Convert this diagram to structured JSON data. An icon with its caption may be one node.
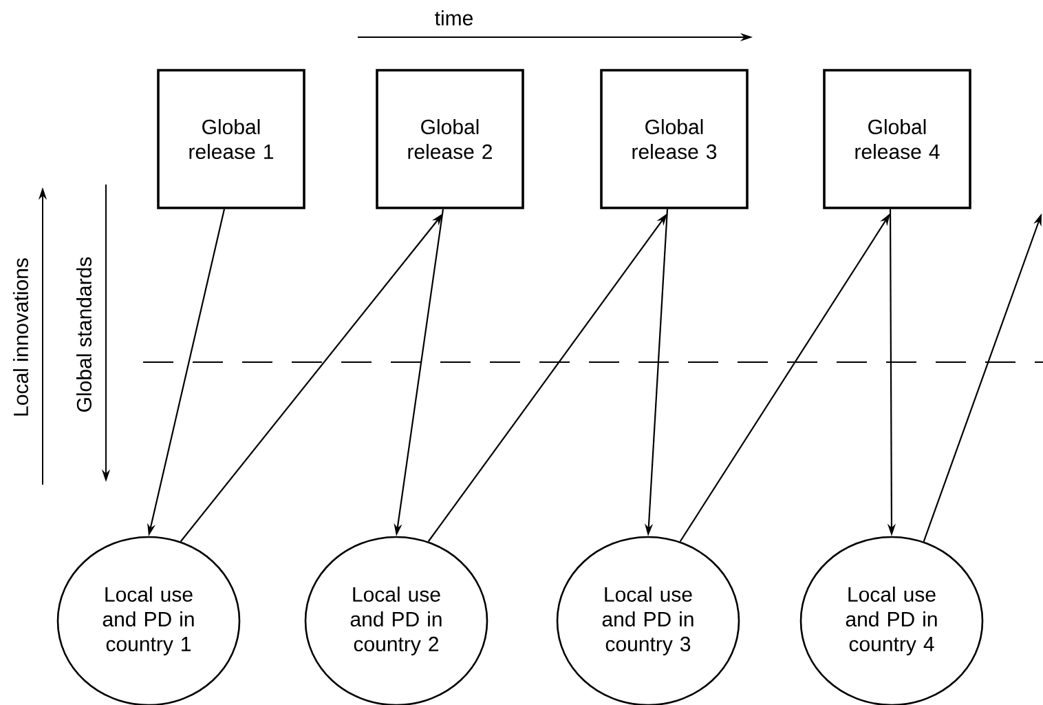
{
  "diagram": {
    "nodes": [
      {
        "text": [
          "Global release 1"
        ]
      },
      {
        "text": [
          "Global release 2"
        ]
      },
      {
        "text": [
          "Global release 3"
        ]
      },
      {
        "text": [
          "Global release 4"
        ]
      },
      {
        "text": [
          "Local use and PD in country 1"
        ]
      },
      {
        "text": [
          "Local use and PD in country 2"
        ]
      },
      {
        "text": [
          "Local use and PD in country 3"
        ]
      },
      {
        "text": [
          "Local use and PD in country 4"
        ]
      }
    ],
    "edges": [
      {
        "from": 0,
        "to": 4,
        "arrow": "to"
      },
      {
        "from": 4,
        "to": 1,
        "arrow": "to"
      },
      {
        "from": 1,
        "to": 5,
        "arrow": "to"
      },
      {
        "from": 5,
        "to": 2,
        "arrow": "to"
      },
      {
        "from": 2,
        "to": 6,
        "arrow": "to"
      },
      {
        "from": 6,
        "to": 3,
        "arrow": "to"
      },
      {
        "from": 3,
        "to": 7,
        "arrow": "to"
      },
      {
        "from": 7,
        "to": null,
        "arrow": "to"
      }
    ],
    "labels": [
      "time",
      "Local innovations",
      "Global standards"
    ]
  }
}
